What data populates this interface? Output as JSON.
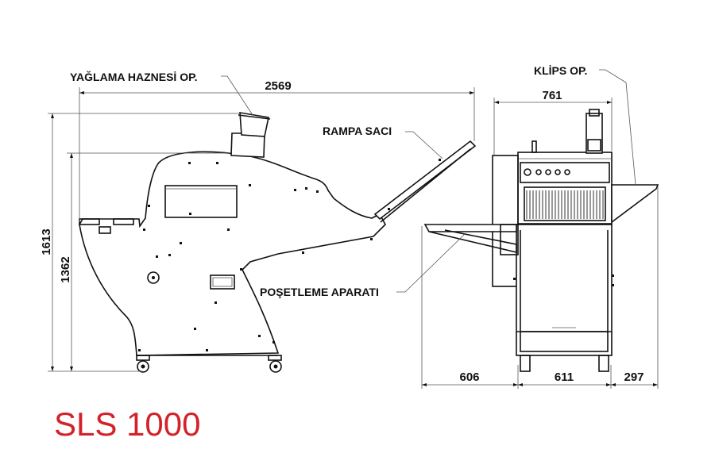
{
  "labels": {
    "lubrication": "YAĞLAMA HAZNESİ OP.",
    "ramp": "RAMPA SACI",
    "bagging": "POŞETLEME APARATI",
    "clip": "KLİPS OP."
  },
  "dimensions": {
    "total_length": "2569",
    "total_height": "1613",
    "body_height": "1362",
    "front_width": "761",
    "bagging_depth": "606",
    "base_width": "611",
    "clip_depth": "297"
  },
  "model": "SLS 1000",
  "colors": {
    "model": "#d2232a",
    "line": "#111111"
  }
}
